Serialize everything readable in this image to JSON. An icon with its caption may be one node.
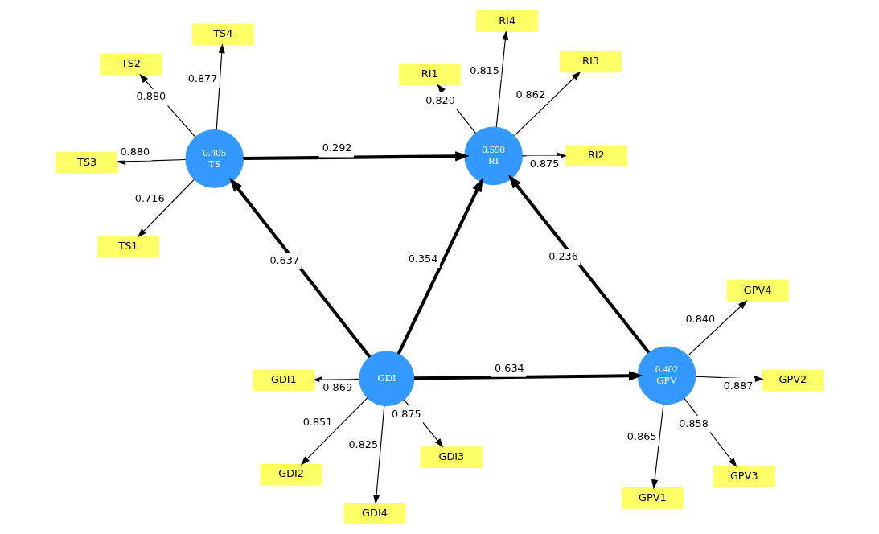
{
  "diagram": {
    "nodes": [
      {
        "text": [
          "GPV1"
        ]
      },
      {
        "text": [
          "GPV2"
        ]
      },
      {
        "text": [
          "GPV3"
        ]
      },
      {
        "text": [
          "GPV4"
        ]
      },
      {
        "text": [
          "0.402",
          "GPV"
        ]
      },
      {
        "text": [
          "GDI1"
        ]
      },
      {
        "text": [
          "GDI2"
        ]
      },
      {
        "text": [
          "GDI3"
        ]
      },
      {
        "text": [
          "GDI4"
        ]
      },
      {
        "text": [
          "GDI"
        ]
      },
      {
        "text": [
          "0.590",
          "RI"
        ]
      },
      {
        "text": [
          "RI1"
        ]
      },
      {
        "text": [
          "RI2"
        ]
      },
      {
        "text": [
          "RI3"
        ]
      },
      {
        "text": [
          "RI4"
        ]
      },
      {
        "text": [
          "0.405",
          "TS"
        ]
      },
      {
        "text": [
          "TS1"
        ]
      },
      {
        "text": [
          "TS2"
        ]
      },
      {
        "text": [
          "TS3"
        ]
      },
      {
        "text": [
          "TS4"
        ]
      }
    ],
    "edges": [
      {
        "from": 4,
        "to": 0,
        "arrow": "to",
        "label": "0.865"
      },
      {
        "from": 4,
        "to": 1,
        "arrow": "to",
        "label": "0.887"
      },
      {
        "from": 4,
        "to": 2,
        "arrow": "to",
        "label": "0.858"
      },
      {
        "from": 4,
        "to": 3,
        "arrow": "to",
        "label": "0.840"
      },
      {
        "from": 9,
        "to": 5,
        "arrow": "to",
        "label": "0.869"
      },
      {
        "from": 9,
        "to": 6,
        "arrow": "to",
        "label": "0.851"
      },
      {
        "from": 9,
        "to": 7,
        "arrow": "to",
        "label": "0.875"
      },
      {
        "from": 9,
        "to": 8,
        "arrow": "to",
        "label": "0.825"
      },
      {
        "from": 9,
        "to": 4,
        "arrow": "to",
        "label": "0.634",
        "style": "thick"
      },
      {
        "from": 4,
        "to": 10,
        "arrow": "to",
        "label": "0.236",
        "style": "thick"
      },
      {
        "from": 9,
        "to": 10,
        "arrow": "to",
        "label": "0.354",
        "style": "thick"
      },
      {
        "from": 10,
        "to": 11,
        "arrow": "to",
        "label": "0.820"
      },
      {
        "from": 10,
        "to": 12,
        "arrow": "to",
        "label": "0.875"
      },
      {
        "from": 10,
        "to": 13,
        "arrow": "to",
        "label": "0.862"
      },
      {
        "from": 10,
        "to": 14,
        "arrow": "to",
        "label": "0.815"
      },
      {
        "from": 9,
        "to": 15,
        "arrow": "to",
        "label": "0.637",
        "style": "thick"
      },
      {
        "from": 15,
        "to": 10,
        "arrow": "to",
        "label": "0.292",
        "style": "thick"
      },
      {
        "from": 15,
        "to": 16,
        "arrow": "to",
        "label": "0.716"
      },
      {
        "from": 15,
        "to": 17,
        "arrow": "to",
        "label": "0.880"
      },
      {
        "from": 15,
        "to": 18,
        "arrow": "to",
        "label": "0.880"
      },
      {
        "from": 15,
        "to": 19,
        "arrow": "to",
        "label": "0.877"
      }
    ]
  }
}
